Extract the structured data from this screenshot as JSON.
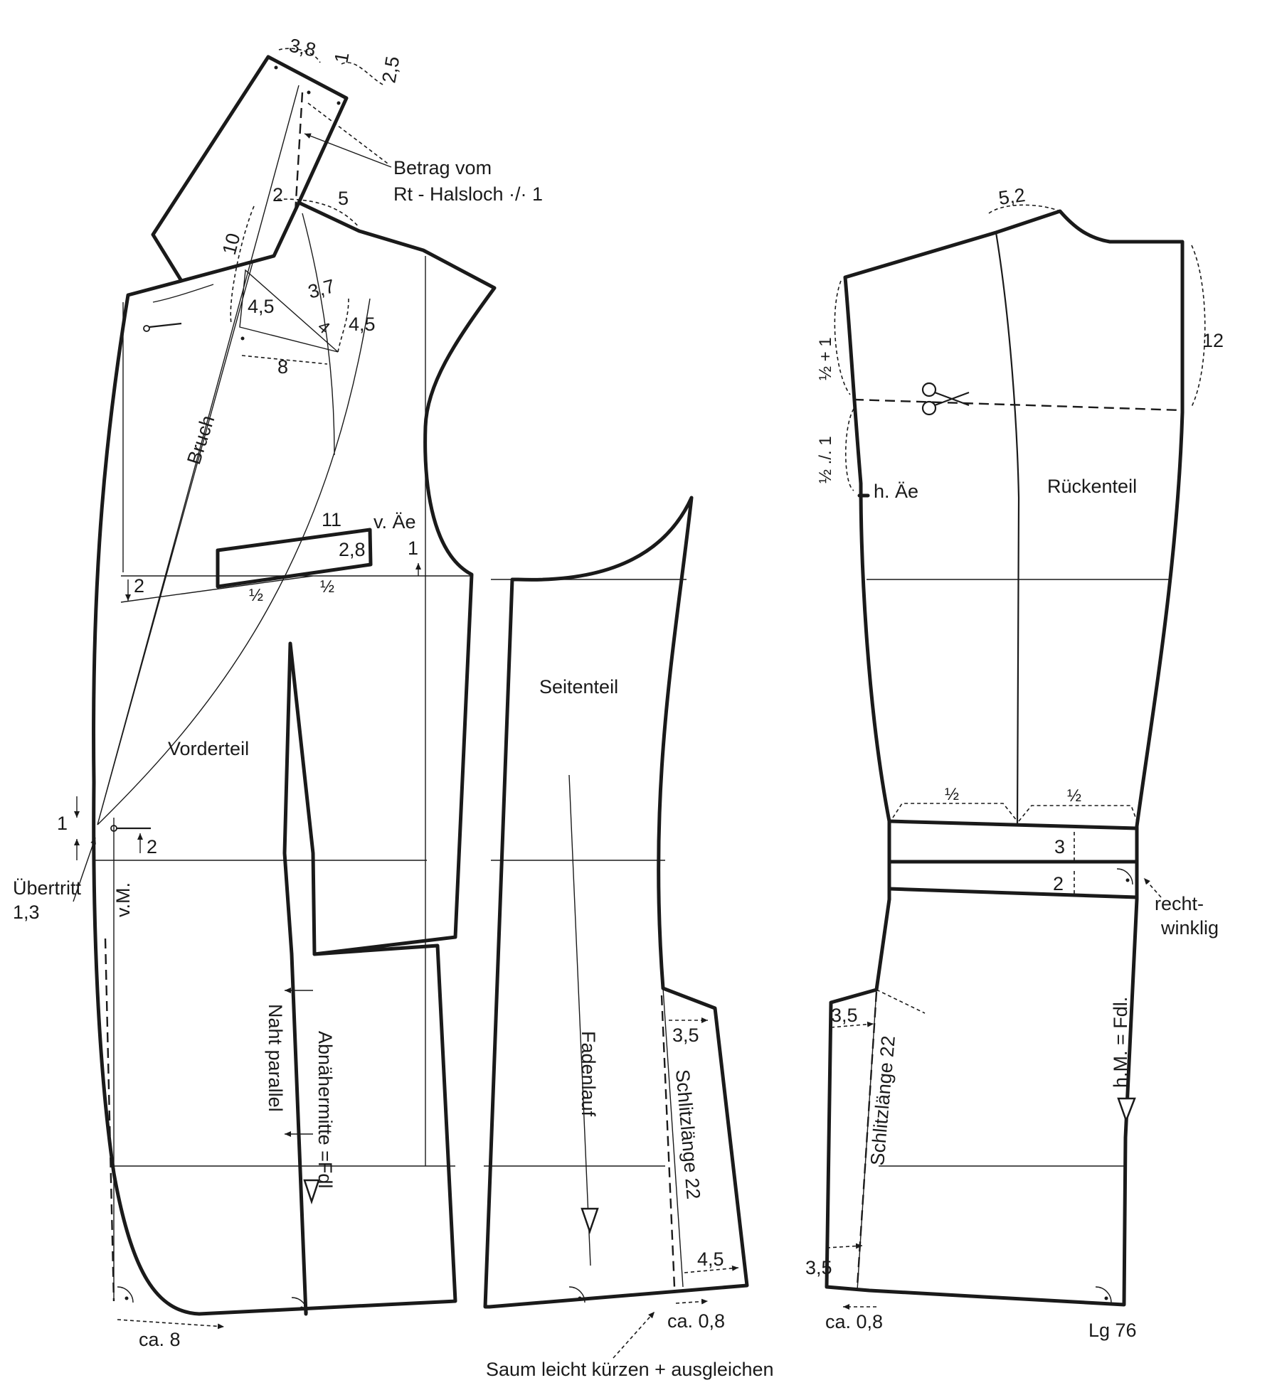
{
  "pieces": {
    "front": "Vorderteil",
    "side": "Seitenteil",
    "back": "Rückenteil"
  },
  "front_labels": {
    "collar_38": "3,8",
    "collar_1": "1",
    "collar_25": "2,5",
    "betrag_1": "Betrag vom",
    "betrag_2": "Rt - Halsloch ·/· 1",
    "m2": "2",
    "m5": "5",
    "m10": "10",
    "m45a": "4,5",
    "m37": "3,7",
    "m4": "4",
    "m45b": "4,5",
    "m8": "8",
    "bruch": "Bruch",
    "m11": "11",
    "vae": "v. Äe",
    "m28": "2,8",
    "m1": "1",
    "m2b": "2",
    "half_a": "½",
    "half_b": "½",
    "m1b": "1",
    "m2c": "2",
    "uebertritt_1": "Übertritt",
    "uebertritt_2": "1,3",
    "vm": "v.M.",
    "naht": "Naht parallel",
    "abnaeher": "Abnähermitte =Fdl",
    "ca8": "ca. 8"
  },
  "side_labels": {
    "fadenlauf": "Fadenlauf",
    "m35": "3,5",
    "schlitz": "Schlitzlänge 22",
    "m45": "4,5",
    "ca08": "ca. 0,8",
    "saum": "Saum leicht kürzen + ausgleichen"
  },
  "back_labels": {
    "m52": "5,2",
    "m12": "12",
    "half_plus": "½ + 1",
    "half_minus": "½ ./. 1",
    "hae": "h. Äe",
    "half_a": "½",
    "half_b": "½",
    "m3": "3",
    "m2": "2",
    "recht_1": "recht-",
    "recht_2": "winklig",
    "hm": "h.M. = Fdl.",
    "m35a": "3,5",
    "schlitz": "Schlitzlänge 22",
    "m35b": "3,5",
    "ca08": "ca. 0,8",
    "lg": "Lg 76"
  }
}
